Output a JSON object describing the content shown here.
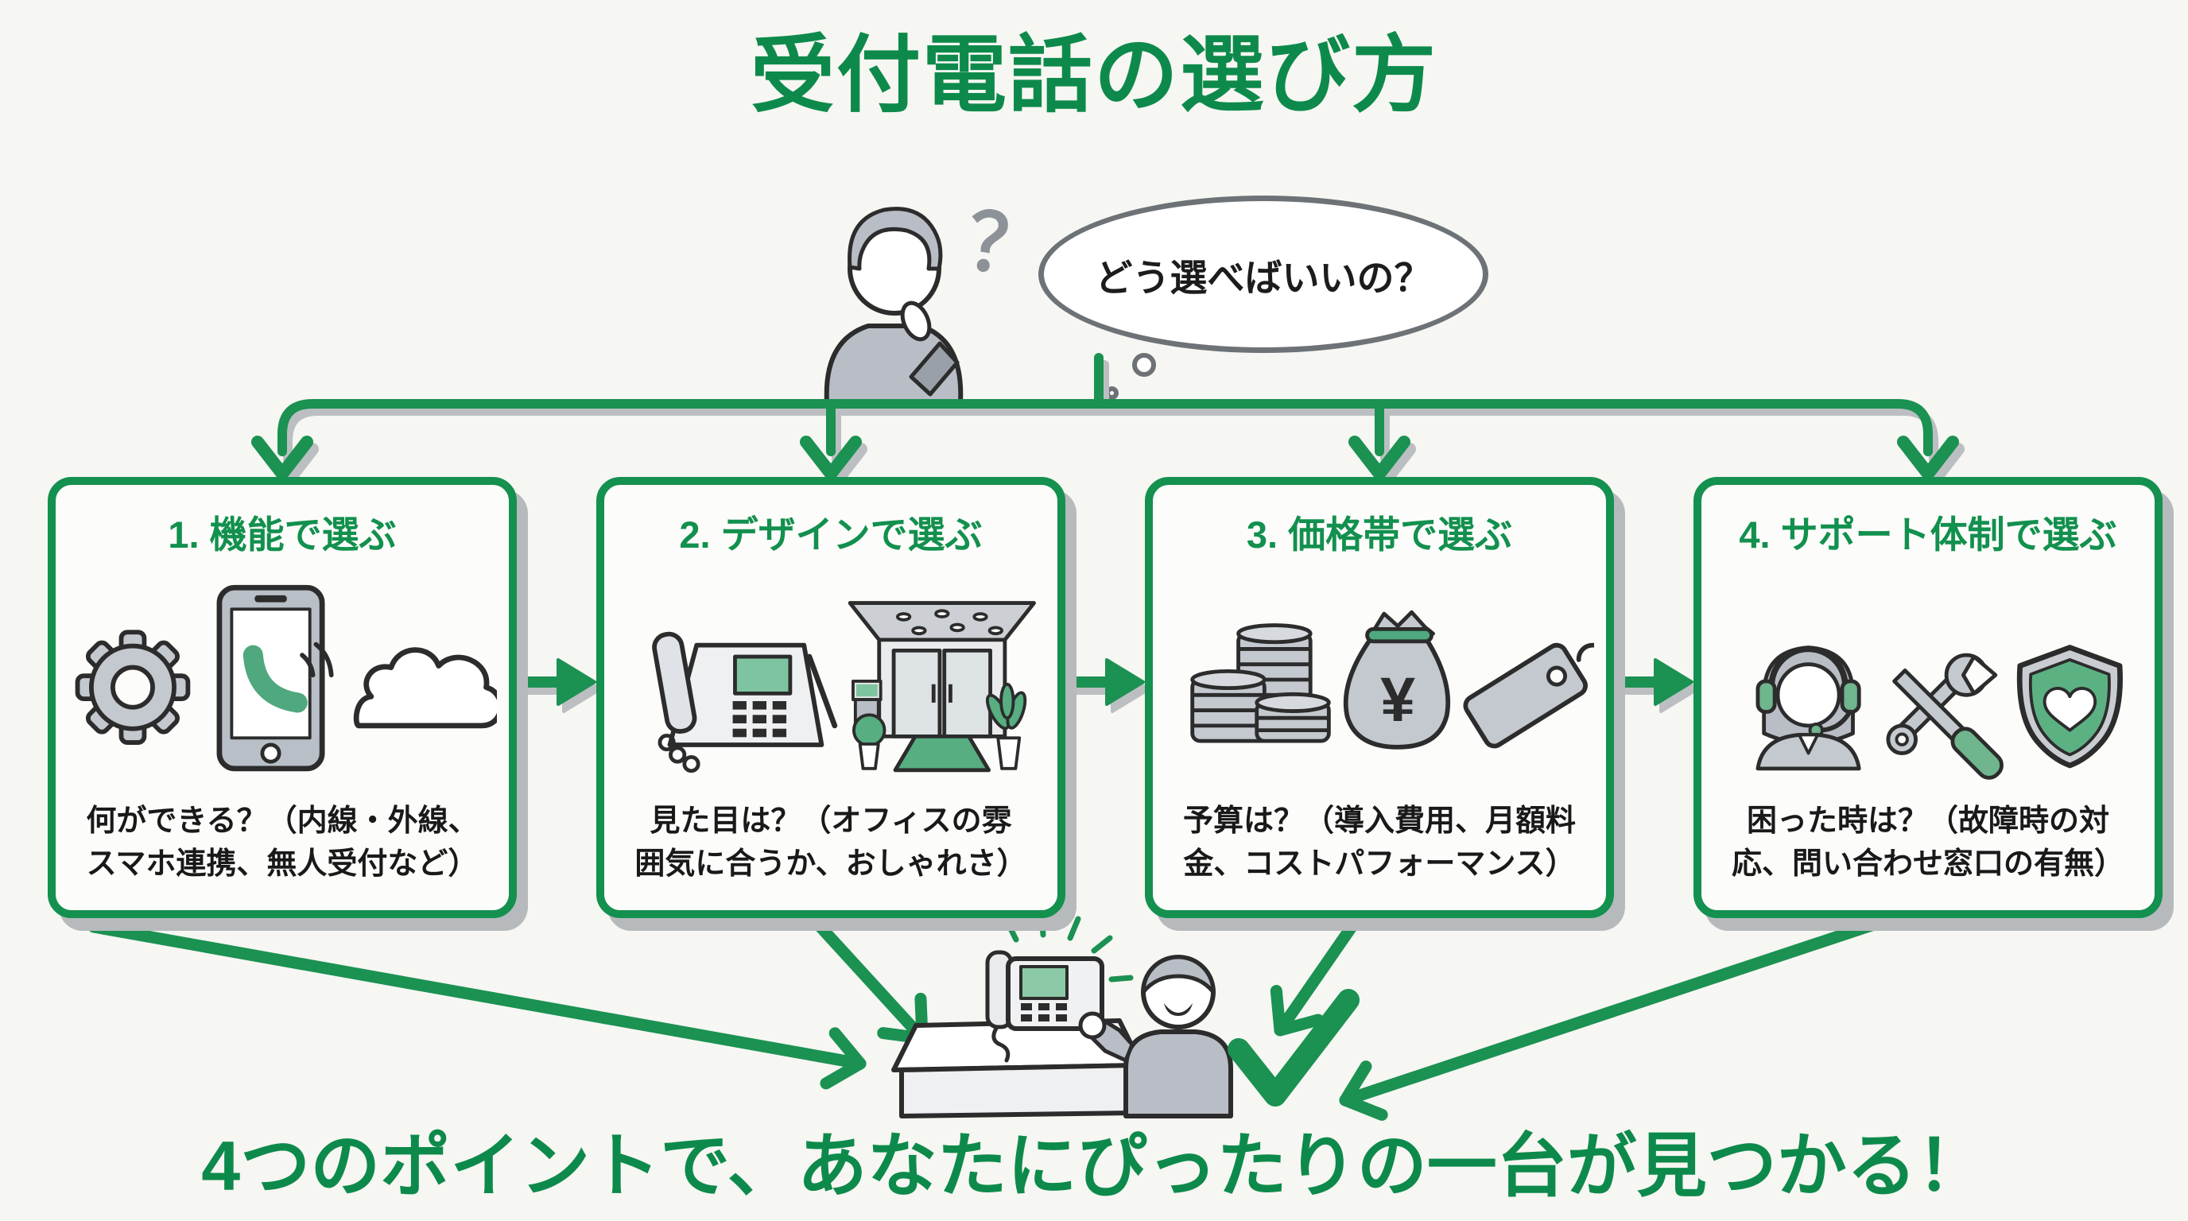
{
  "title": "受付電話の選び方",
  "thinker": {
    "question_mark": "？"
  },
  "bubble": {
    "text": "どう選べばいいの？"
  },
  "boxes": [
    {
      "header": "1. 機能で選ぶ",
      "body_lines": [
        "何ができる？（内線・外線、",
        "スマホ連携、無人受付など）"
      ],
      "icons": [
        "gear-icon",
        "smartphone-call-icon",
        "cloud-icon"
      ]
    },
    {
      "header": "2. デザインで選ぶ",
      "body_lines": [
        "見た目は？（オフィスの雰",
        "囲気に合うか、おしゃれさ）"
      ],
      "icons": [
        "desk-phone-icon",
        "office-entrance-icon"
      ]
    },
    {
      "header": "3. 価格帯で選ぶ",
      "body_lines": [
        "予算は？（導入費用、月額料",
        "金、コストパフォーマンス）"
      ],
      "icons": [
        "coin-stack-icon",
        "money-bag-icon",
        "price-tag-icon"
      ]
    },
    {
      "header": "4. サポート体制で選ぶ",
      "body_lines": [
        "困った時は？（故障時の対",
        "応、問い合わせ窓口の有無）"
      ],
      "icons": [
        "support-operator-icon",
        "repair-tools-icon",
        "shield-heart-icon"
      ]
    }
  ],
  "money_bag": {
    "currency_symbol": "¥"
  },
  "footer": {
    "headline": "4つのポイントで、あなたにぴったりの一台が見つかる！"
  },
  "colors": {
    "accent_green": "#0d8a4b",
    "line_green": "#1b9152",
    "light_green": "#57ae81",
    "illustration_gray": "#c4c9cf",
    "outline": "#2c2c2c",
    "background": "#f6f6f2"
  }
}
